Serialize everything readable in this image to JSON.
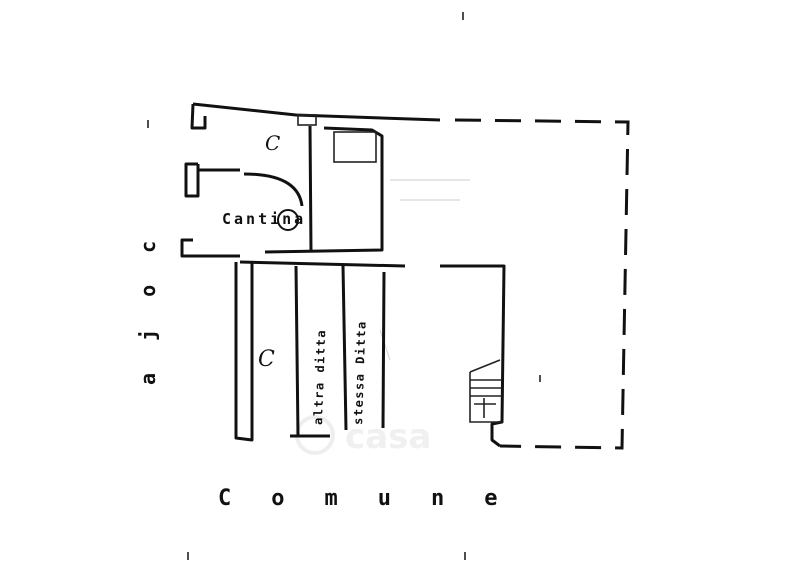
{
  "plan": {
    "room_cantina": "Cantina",
    "room_c_top": "C",
    "room_c_left": "C",
    "label_altra_ditta": "altra ditta",
    "label_stessa_ditta": "stessa Ditta",
    "street_bottom": "Comune",
    "side_left": "ajoc",
    "watermark": "casa"
  }
}
